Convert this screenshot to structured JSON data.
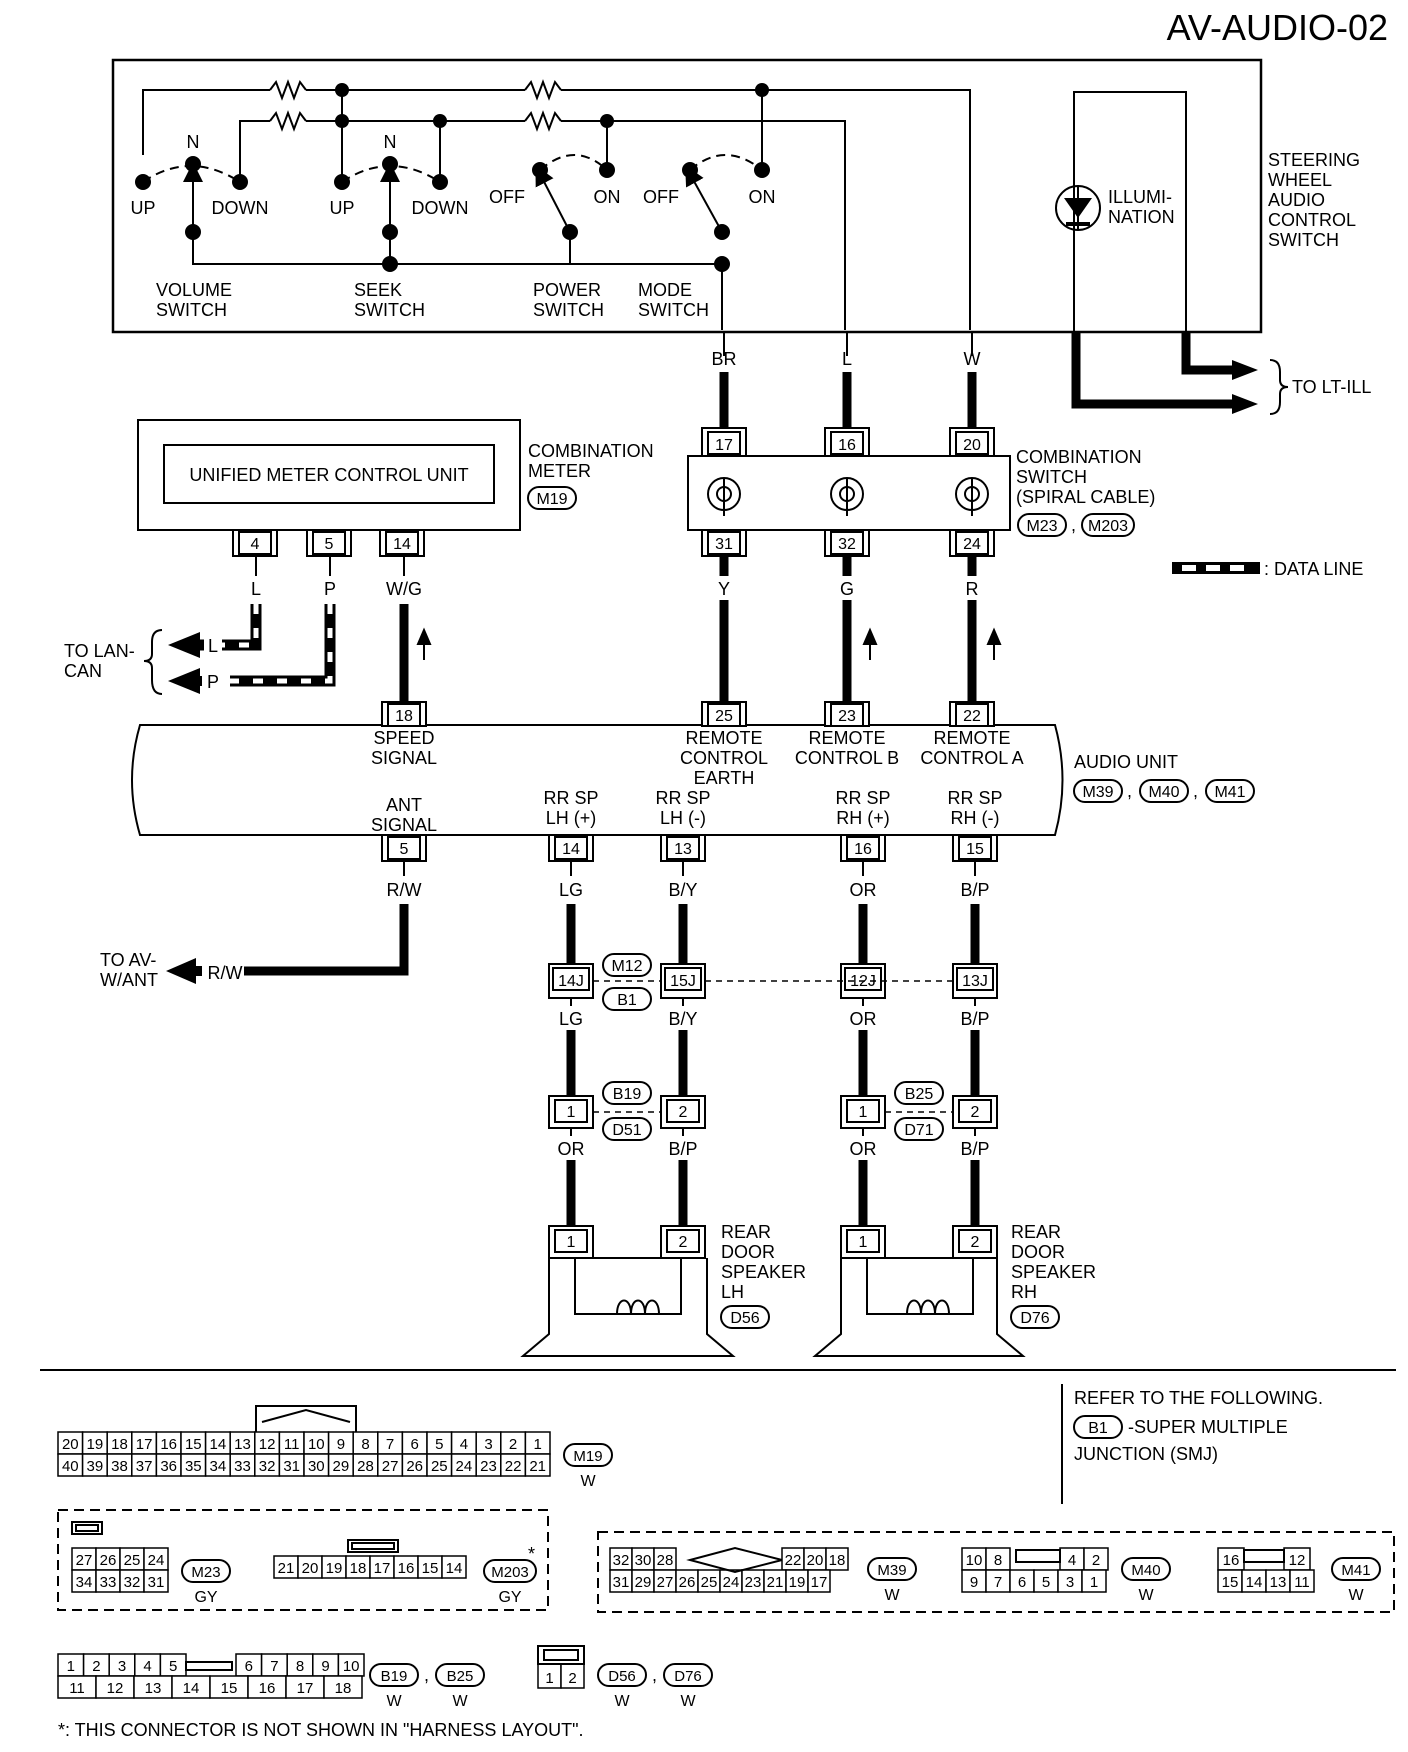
{
  "title": "AV-AUDIO-02",
  "steering_switch": {
    "name_lines": [
      "STEERING",
      "WHEEL",
      "AUDIO",
      "CONTROL",
      "SWITCH"
    ],
    "illumination_lines": [
      "ILLUMI-",
      "NATION"
    ],
    "to_lt_ill": "TO LT-ILL",
    "n": "N",
    "up": "UP",
    "down": "DOWN",
    "off": "OFF",
    "on": "ON",
    "volume": [
      "VOLUME",
      "SWITCH"
    ],
    "seek": [
      "SEEK",
      "SWITCH"
    ],
    "power": [
      "POWER",
      "SWITCH"
    ],
    "mode": [
      "MODE",
      "SWITCH"
    ]
  },
  "wires_top": {
    "br": "BR",
    "l": "L",
    "w": "W"
  },
  "combination_switch": {
    "lines": [
      "COMBINATION",
      "SWITCH",
      "(SPIRAL CABLE)"
    ],
    "connectors": [
      "M23",
      "M203"
    ],
    "pins_top": [
      "17",
      "16",
      "20"
    ],
    "pins_bottom": [
      "31",
      "32",
      "24"
    ],
    "wires_bottom": [
      "Y",
      "G",
      "R"
    ]
  },
  "combination_meter": {
    "unit_label": "UNIFIED METER CONTROL UNIT",
    "lines": [
      "COMBINATION",
      "METER"
    ],
    "connector": "M19",
    "pins": [
      "4",
      "5",
      "14"
    ],
    "wires": [
      "L",
      "P",
      "W/G"
    ]
  },
  "data_line_legend": ": DATA LINE",
  "lan_can": {
    "lines": [
      "TO LAN-",
      "CAN"
    ],
    "l": "L",
    "p": "P"
  },
  "audio_unit": {
    "label": "AUDIO UNIT",
    "connectors": [
      "M39",
      "M40",
      "M41"
    ],
    "top_pins": [
      "18",
      "25",
      "23",
      "22"
    ],
    "speed_signal": [
      "SPEED",
      "SIGNAL"
    ],
    "remote_earth": [
      "REMOTE",
      "CONTROL",
      "EARTH"
    ],
    "remote_b": [
      "REMOTE",
      "CONTROL B"
    ],
    "remote_a": [
      "REMOTE",
      "CONTROL A"
    ],
    "ant_signal": [
      "ANT",
      "SIGNAL"
    ],
    "rr_lh_plus": [
      "RR SP",
      "LH (+)"
    ],
    "rr_lh_minus": [
      "RR SP",
      "LH (-)"
    ],
    "rr_rh_plus": [
      "RR SP",
      "RH (+)"
    ],
    "rr_rh_minus": [
      "RR SP",
      "RH (-)"
    ],
    "bottom_pins": [
      "5",
      "14",
      "13",
      "16",
      "15"
    ],
    "bottom_wires": [
      "R/W",
      "LG",
      "B/Y",
      "OR",
      "B/P"
    ]
  },
  "to_av_want": {
    "lines": [
      "TO AV-",
      "W/ANT"
    ],
    "wire": "R/W"
  },
  "smj": {
    "pins": [
      "14J",
      "15J",
      "12J",
      "13J"
    ],
    "connectors": [
      "M12",
      "B1"
    ],
    "wires_after": [
      "LG",
      "B/Y",
      "OR",
      "B/P"
    ]
  },
  "door_conn_lh": {
    "connectors": [
      "B19",
      "D51"
    ],
    "pins": [
      "1",
      "2"
    ],
    "wires_after": [
      "OR",
      "B/P"
    ]
  },
  "door_conn_rh": {
    "connectors": [
      "B25",
      "D71"
    ],
    "pins": [
      "1",
      "2"
    ],
    "wires_after": [
      "OR",
      "B/P"
    ]
  },
  "speaker_lh": {
    "lines": [
      "REAR",
      "DOOR",
      "SPEAKER",
      "LH"
    ],
    "connector": "D56",
    "pins": [
      "1",
      "2"
    ]
  },
  "speaker_rh": {
    "lines": [
      "REAR",
      "DOOR",
      "SPEAKER",
      "RH"
    ],
    "connector": "D76",
    "pins": [
      "1",
      "2"
    ]
  },
  "refer": {
    "line1": "REFER TO THE FOLLOWING.",
    "conn": "B1",
    "line2": "-SUPER MULTIPLE",
    "line3": "JUNCTION (SMJ)"
  },
  "faces": {
    "m19": {
      "row1": [
        "20",
        "19",
        "18",
        "17",
        "16",
        "15",
        "14",
        "13",
        "12",
        "11",
        "10",
        "9",
        "8",
        "7",
        "6",
        "5",
        "4",
        "3",
        "2",
        "1"
      ],
      "row2": [
        "40",
        "39",
        "38",
        "37",
        "36",
        "35",
        "34",
        "33",
        "32",
        "31",
        "30",
        "29",
        "28",
        "27",
        "26",
        "25",
        "24",
        "23",
        "22",
        "21"
      ],
      "name": "M19",
      "color": "W"
    },
    "m23": {
      "row1": [
        "27",
        "26",
        "25",
        "24"
      ],
      "row2": [
        "34",
        "33",
        "32",
        "31"
      ],
      "name": "M23",
      "color": "GY"
    },
    "m203": {
      "row": [
        "21",
        "20",
        "19",
        "18",
        "17",
        "16",
        "15",
        "14"
      ],
      "name": "M203",
      "color": "GY",
      "star": "*"
    },
    "m39": {
      "row1_left": [
        "32",
        "30",
        "28"
      ],
      "row1_right": [
        "22",
        "20",
        "18"
      ],
      "row2": [
        "31",
        "29",
        "27",
        "26",
        "25",
        "24",
        "23",
        "21",
        "19",
        "17"
      ],
      "name": "M39",
      "color": "W"
    },
    "m40": {
      "row1_left": [
        "10",
        "8"
      ],
      "row1_right": [
        "4",
        "2"
      ],
      "row2": [
        "9",
        "7",
        "6",
        "5",
        "3",
        "1"
      ],
      "name": "M40",
      "color": "W"
    },
    "m41": {
      "row1_left": [
        "16"
      ],
      "row1_right": [
        "12"
      ],
      "row2": [
        "15",
        "14",
        "13",
        "11"
      ],
      "name": "M41",
      "color": "W"
    },
    "b19": {
      "row1_left": [
        "1",
        "2",
        "3",
        "4",
        "5"
      ],
      "row1_right": [
        "6",
        "7",
        "8",
        "9",
        "10"
      ],
      "row2": [
        "11",
        "12",
        "13",
        "14",
        "15",
        "16",
        "17",
        "18"
      ],
      "names": [
        "B19",
        "B25"
      ],
      "color": "W"
    },
    "d56": {
      "row": [
        "1",
        "2"
      ],
      "names": [
        "D56",
        "D76"
      ],
      "color": "W"
    }
  },
  "footnote": "*: THIS CONNECTOR IS NOT SHOWN IN \"HARNESS LAYOUT\"."
}
